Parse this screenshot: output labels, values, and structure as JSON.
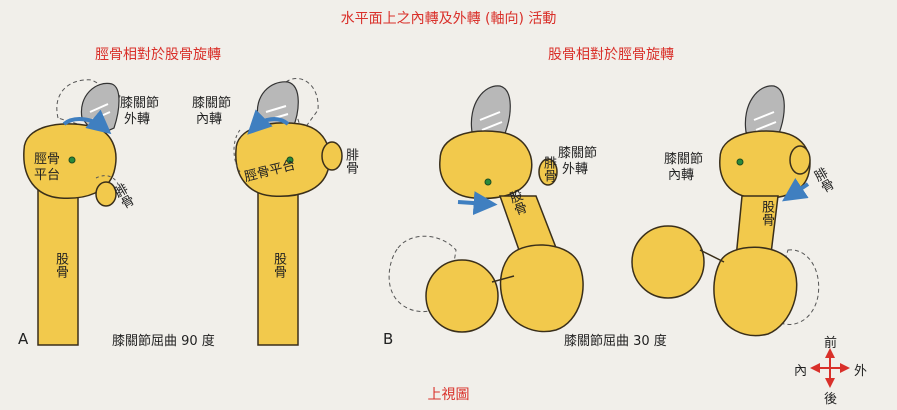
{
  "title": "水平面上之內轉及外轉 (軸向) 活動",
  "left_subtitle": "脛骨相對於股骨旋轉",
  "right_subtitle": "股骨相對於脛骨旋轉",
  "bottom_caption": "上視圖",
  "panel_a": {
    "letter": "A",
    "caption": "膝關節屈曲 90 度",
    "left_bone": {
      "rotation_label_line1": "膝關節",
      "rotation_label_line2": "外轉",
      "plateau_label_line1": "脛骨",
      "plateau_label_line2": "平台",
      "fibula_label": "腓骨",
      "femur_label": "股骨"
    },
    "right_bone": {
      "rotation_label_line1": "膝關節",
      "rotation_label_line2": "內轉",
      "plateau_label_line1": "脛骨",
      "plateau_label_line2": "平台",
      "fibula_label": "腓骨",
      "femur_label": "股骨"
    }
  },
  "panel_b": {
    "letter": "B",
    "caption": "膝關節屈曲 30 度",
    "left_bone": {
      "rotation_label_line1": "膝關節",
      "rotation_label_line2": "外轉",
      "fibula_label": "腓骨",
      "femur_label": "股骨"
    },
    "right_bone": {
      "rotation_label_line1": "膝關節",
      "rotation_label_line2": "內轉",
      "fibula_label": "腓骨",
      "femur_label": "股骨"
    }
  },
  "compass": {
    "front": "前",
    "back": "後",
    "medial": "內",
    "lateral": "外"
  },
  "colors": {
    "bone": "#f2c94c",
    "bone_outline": "#3a2f1a",
    "arrow_blue": "#3f7fc0",
    "heading_red": "#d9302a",
    "shoe_gray": "#9a9a9a"
  }
}
